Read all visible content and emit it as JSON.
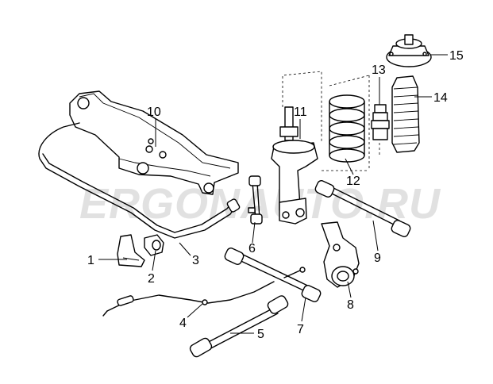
{
  "diagram": {
    "watermark": "ERGONAUTO.RU",
    "callouts": [
      {
        "id": "1",
        "label": "1"
      },
      {
        "id": "2",
        "label": "2"
      },
      {
        "id": "3",
        "label": "3"
      },
      {
        "id": "4",
        "label": "4"
      },
      {
        "id": "5",
        "label": "5"
      },
      {
        "id": "6",
        "label": "6"
      },
      {
        "id": "7",
        "label": "7"
      },
      {
        "id": "8",
        "label": "8"
      },
      {
        "id": "9",
        "label": "9"
      },
      {
        "id": "10",
        "label": "10"
      },
      {
        "id": "11",
        "label": "11"
      },
      {
        "id": "12",
        "label": "12"
      },
      {
        "id": "13",
        "label": "13"
      },
      {
        "id": "14",
        "label": "14"
      },
      {
        "id": "15",
        "label": "15"
      }
    ]
  }
}
